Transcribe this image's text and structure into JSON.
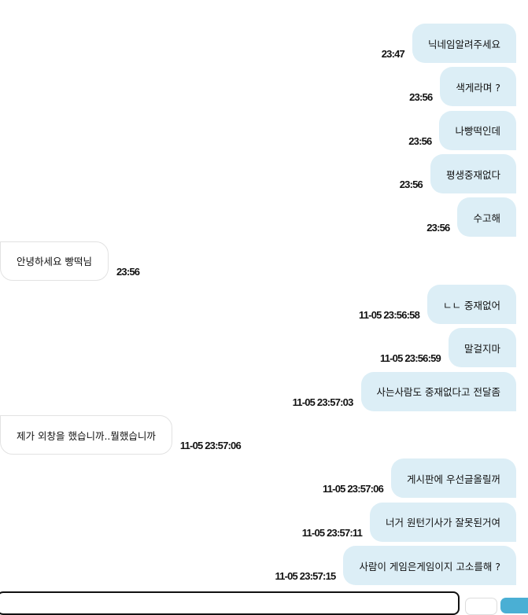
{
  "messages": [
    {
      "dir": "sent",
      "text": "닉네임알려주세요",
      "time": "23:47"
    },
    {
      "dir": "sent",
      "text": "색게라며 ?",
      "time": "23:56"
    },
    {
      "dir": "sent",
      "text": "나빵떡인데",
      "time": "23:56"
    },
    {
      "dir": "sent",
      "text": "평생중재없다",
      "time": "23:56"
    },
    {
      "dir": "sent",
      "text": "수고해",
      "time": "23:56"
    },
    {
      "dir": "recv",
      "text": "안녕하세요 빵떡님",
      "time": "23:56"
    },
    {
      "dir": "sent",
      "text": "ㄴㄴ 중재없어",
      "time": "11-05 23:56:58"
    },
    {
      "dir": "sent",
      "text": "말걸지마",
      "time": "11-05 23:56:59"
    },
    {
      "dir": "sent",
      "text": "사는사람도 중재없다고 전달좀",
      "time": "11-05 23:57:03"
    },
    {
      "dir": "recv",
      "text": "제가 외창을 했습니까..뭘했습니까",
      "time": "11-05 23:57:06"
    },
    {
      "dir": "sent",
      "text": "게시판에 우선글올릴꺼",
      "time": "11-05 23:57:06"
    },
    {
      "dir": "sent",
      "text": "너거 원턴기사가 잘못된거여",
      "time": "11-05 23:57:11"
    },
    {
      "dir": "sent",
      "text": "사람이 게임은게임이지 고소를해 ?",
      "time": "11-05 23:57:15"
    }
  ],
  "colors": {
    "sent_bubble": "#dceef6",
    "send_button": "#4aafd4"
  }
}
